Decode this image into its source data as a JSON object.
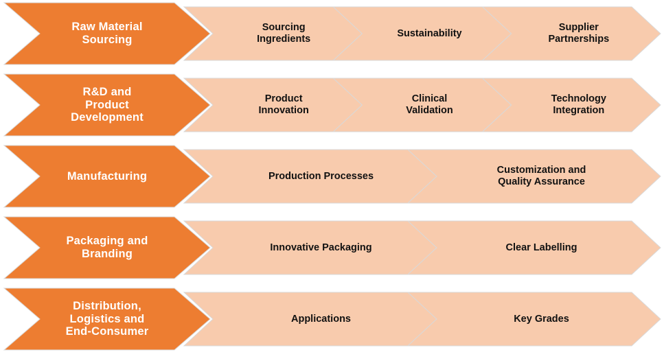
{
  "colors": {
    "main_fill": "#ED7D31",
    "sub_fill": "#F8CBAD",
    "main_text": "#FFFFFF",
    "sub_text": "#111111",
    "outline": "#D9D9D9"
  },
  "rows": [
    {
      "stage": "Raw Material\nSourcing",
      "items": [
        "Sourcing\nIngredients",
        "Sustainability",
        "Supplier\nPartnerships"
      ]
    },
    {
      "stage": "R&D and\nProduct\nDevelopment",
      "items": [
        "Product\nInnovation",
        "Clinical\nValidation",
        "Technology\nIntegration"
      ]
    },
    {
      "stage": "Manufacturing",
      "items": [
        "Production  Processes",
        "Customization and\nQuality Assurance"
      ]
    },
    {
      "stage": "Packaging and\nBranding",
      "items": [
        "Innovative Packaging",
        "Clear Labelling"
      ]
    },
    {
      "stage": "Distribution,\nLogistics and\nEnd-Consumer",
      "items": [
        "Applications",
        "Key Grades"
      ]
    }
  ]
}
